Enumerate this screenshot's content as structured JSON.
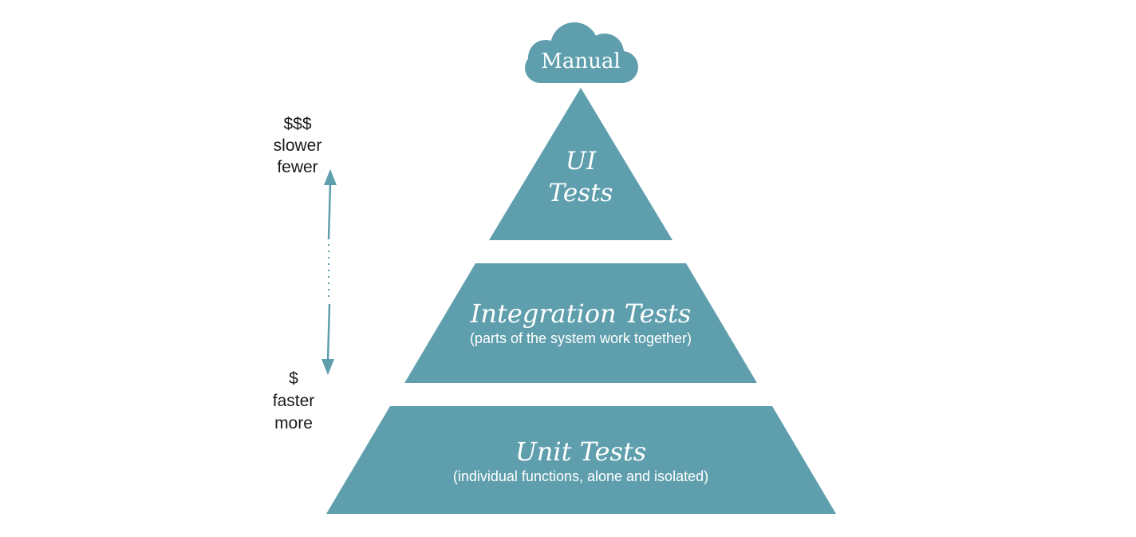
{
  "colors": {
    "tier_fill": "#5f9fad",
    "axis_line": "#5f9fad",
    "text_on_tier": "#ffffff",
    "side_text": "#1a1a1a",
    "background": "#ffffff"
  },
  "cloud": {
    "label": "Manual",
    "icon": "cloud-icon"
  },
  "tiers": {
    "ui": {
      "title_line1": "UI",
      "title_line2": "Tests"
    },
    "integration": {
      "title": "Integration Tests",
      "subtitle": "(parts of the system work together)"
    },
    "unit": {
      "title": "Unit Tests",
      "subtitle": "(individual functions, alone and isolated)"
    }
  },
  "scale": {
    "top": {
      "cost": "$$$",
      "speed": "slower",
      "quantity": "fewer"
    },
    "bottom": {
      "cost": "$",
      "speed": "faster",
      "quantity": "more"
    },
    "arrow_icon": "double-arrow-icon"
  }
}
